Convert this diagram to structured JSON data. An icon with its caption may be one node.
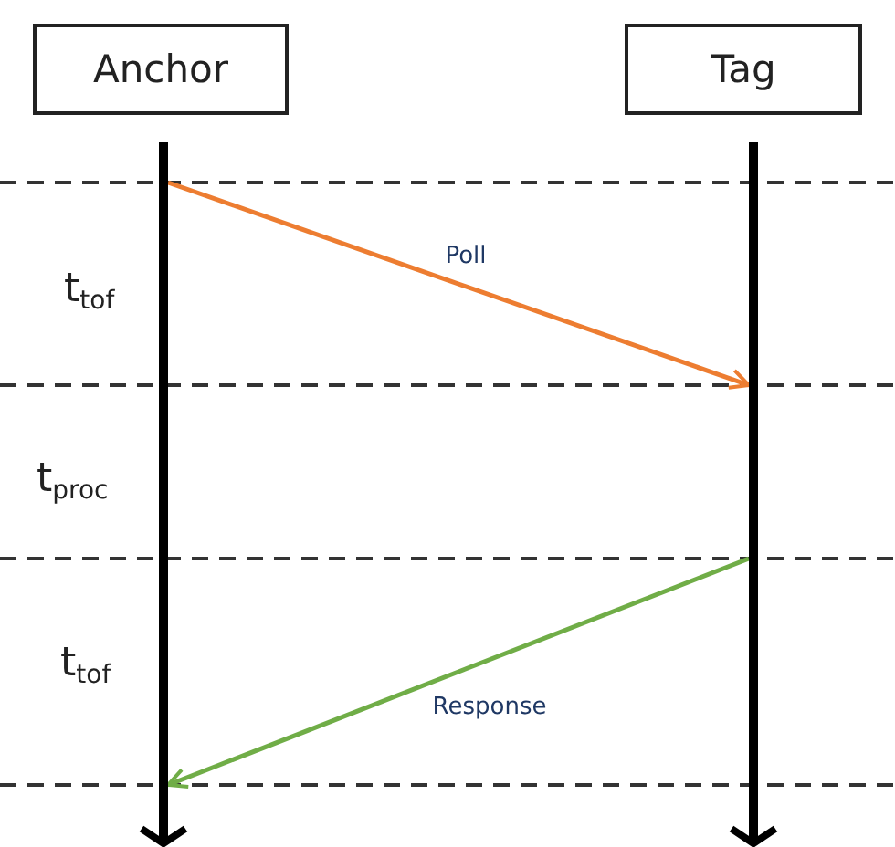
{
  "diagram": {
    "nodes": [
      {
        "text": [
          "Anchor"
        ]
      },
      {
        "text": [
          "Tag"
        ]
      },
      {
        "text": [],
        "shape": "bar"
      },
      {
        "text": [],
        "shape": "bar"
      }
    ],
    "edges": [
      {
        "from": 2,
        "to": 3,
        "arrow": "to",
        "label": "Poll",
        "color": "#ed7d31"
      },
      {
        "from": 3,
        "to": 2,
        "arrow": "to",
        "label": "Response",
        "color": "#70ad47"
      }
    ],
    "labels": [
      "t$_{tof}$",
      "t$_{proc}$",
      "t$_{tof}$"
    ]
  }
}
